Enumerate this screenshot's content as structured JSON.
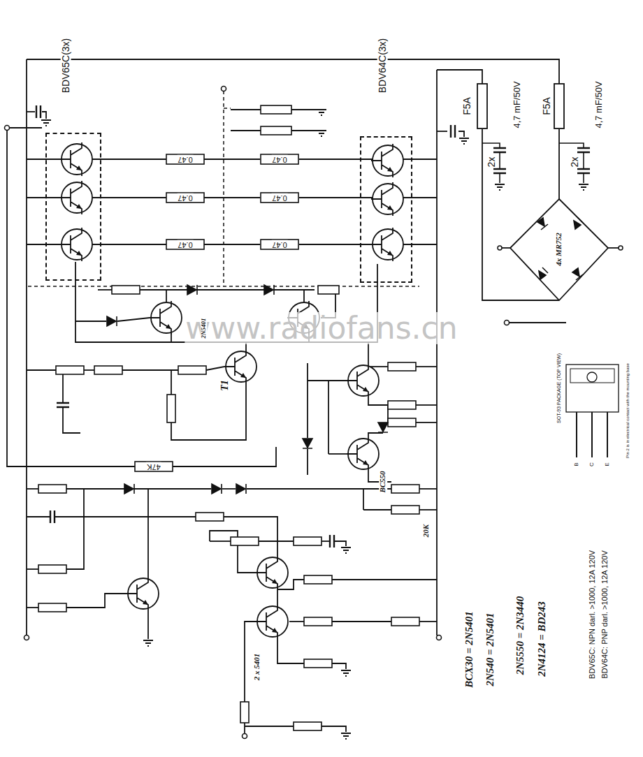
{
  "diagram": {
    "nodes": [
      {
        "text": [
          "BDV65C(3x)"
        ]
      },
      {
        "text": [
          "BDV64C(3x)"
        ]
      }
    ],
    "labels": [
      "0.47",
      "0.47",
      "0.47",
      "0.47",
      "0.47",
      "0.47",
      "F5A",
      "F5A",
      "2x",
      "4,7 mF/50V",
      "2x",
      "4,7 mF/50V",
      "4x MR752",
      "T1",
      "BC550",
      "47K",
      "20K",
      "2 x 5401",
      "www.radiofans.cn",
      "BCX30 = 2N5401",
      "2N540 = 2N5401",
      "2N5550 = 2N3440",
      "2N4124 = BD243",
      "BDV65C: NPN darl. >1000, 12A 120V",
      "BDV64C: PNP darl. >1000, 12A 120V",
      "SOT-93 PACKAGE (TOP VIEW)",
      "B",
      "C",
      "E",
      "Pin 2 is in electrical contact with the mounting base",
      "2N5401"
    ]
  }
}
